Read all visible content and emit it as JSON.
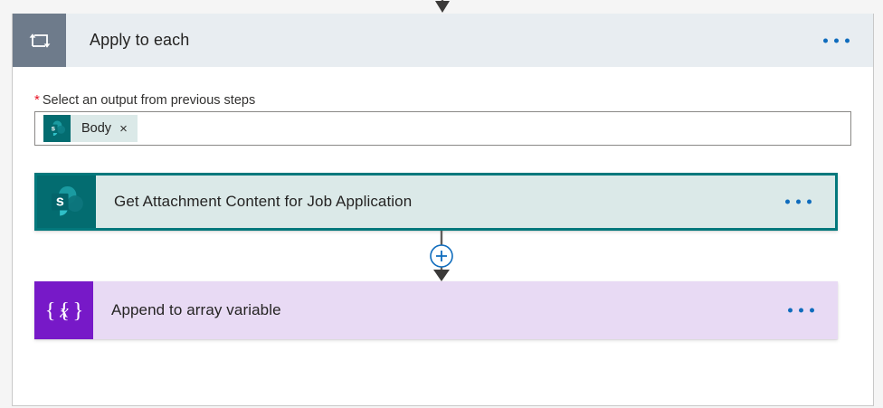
{
  "canvas": {
    "incoming_connector": "arrow-down"
  },
  "scope": {
    "icon": "loop-foreach-icon",
    "title": "Apply to each",
    "overflow_menu": "ellipsis-menu",
    "header_bg": "#e8edf1",
    "icon_bg": "#6e7b8b",
    "field": {
      "required_marker": "*",
      "label": "Select an output from previous steps",
      "token": {
        "icon": "sharepoint-icon",
        "label": "Body",
        "remove": "×"
      }
    },
    "actions": [
      {
        "icon": "sharepoint-icon",
        "title": "Get Attachment Content for Job Application",
        "icon_bg": "#036c70",
        "body_bg": "#dbe9e8",
        "selected": true,
        "overflow_menu": "ellipsis-menu"
      },
      {
        "icon": "variables-braces-x-icon",
        "title": "Append to array variable",
        "icon_bg": "#7719c8",
        "body_bg": "#e8daf4",
        "selected": false,
        "overflow_menu": "ellipsis-menu"
      }
    ],
    "connector": {
      "insert_button": "add-step-plus-button",
      "accent": "#0f6cbd"
    }
  }
}
